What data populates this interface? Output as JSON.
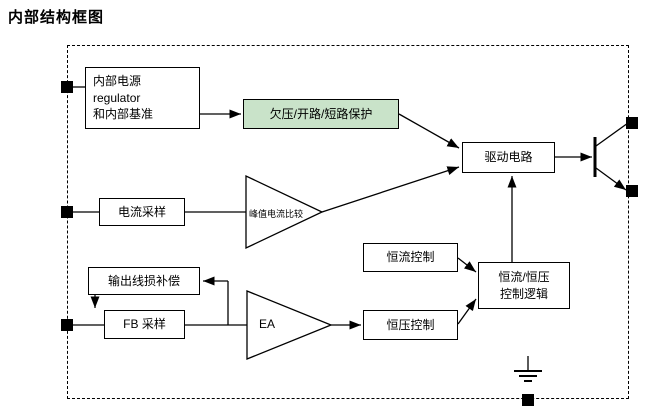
{
  "title": "内部结构框图",
  "colors": {
    "protection_fill": "#c9e3c9",
    "line_color": "#000000",
    "background": "#ffffff"
  },
  "blocks": {
    "regulator": {
      "line1": "内部电源",
      "line2": "regulator",
      "line3": "和内部基准"
    },
    "protection": {
      "label": "欠压/开路/短路保护"
    },
    "drive": {
      "label": "驱动电路"
    },
    "current_sample": {
      "label": "电流采样"
    },
    "peak_comparator": {
      "label": "峰值电流比较"
    },
    "line_loss_comp": {
      "label": "输出线损补偿"
    },
    "fb_sample": {
      "label": "FB 采样"
    },
    "error_amp": {
      "label": "EA"
    },
    "cc_control": {
      "label": "恒流控制"
    },
    "cv_control": {
      "label": "恒压控制"
    },
    "cc_cv_logic": {
      "line1": "恒流/恒压",
      "line2": "控制逻辑"
    }
  }
}
